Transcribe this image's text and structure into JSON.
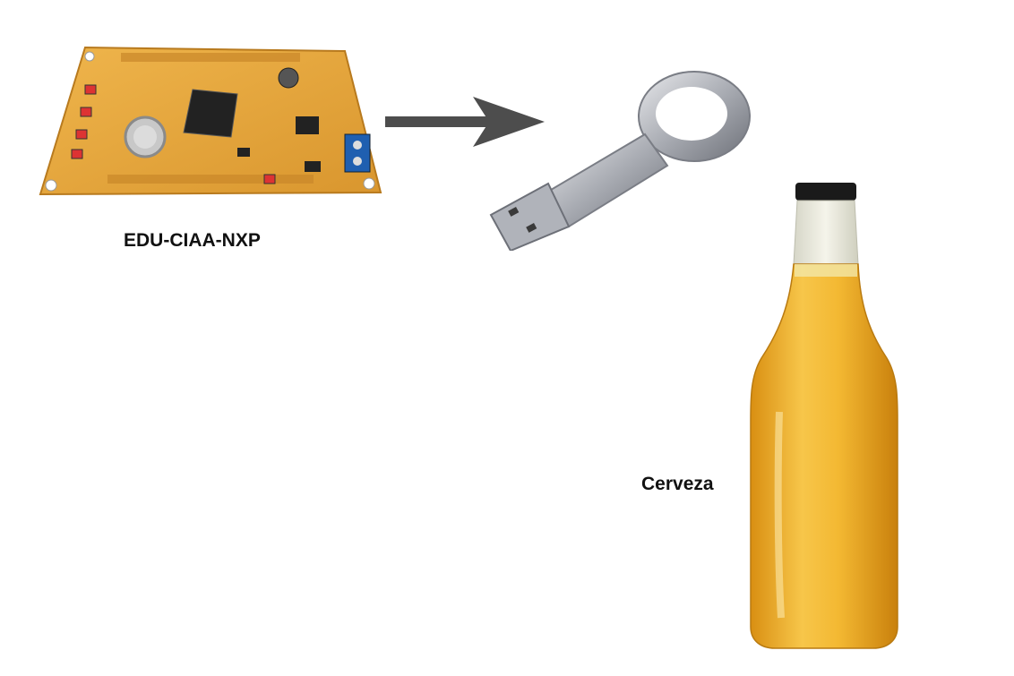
{
  "labels": {
    "board": "EDU-CIAA-NXP",
    "beer": "Cerveza"
  },
  "colors": {
    "pcb": "#e6a43a",
    "pcb_dark": "#b87a1e",
    "arrow": "#4d4d4d",
    "metal": "#b9bcc2",
    "beer": "#f0b530",
    "cap": "#1a1a1a"
  },
  "icons": {
    "board": "pcb-board-image",
    "opener": "usb-bottle-opener-image",
    "bottle": "beer-bottle-image",
    "arrow": "right-arrow"
  }
}
